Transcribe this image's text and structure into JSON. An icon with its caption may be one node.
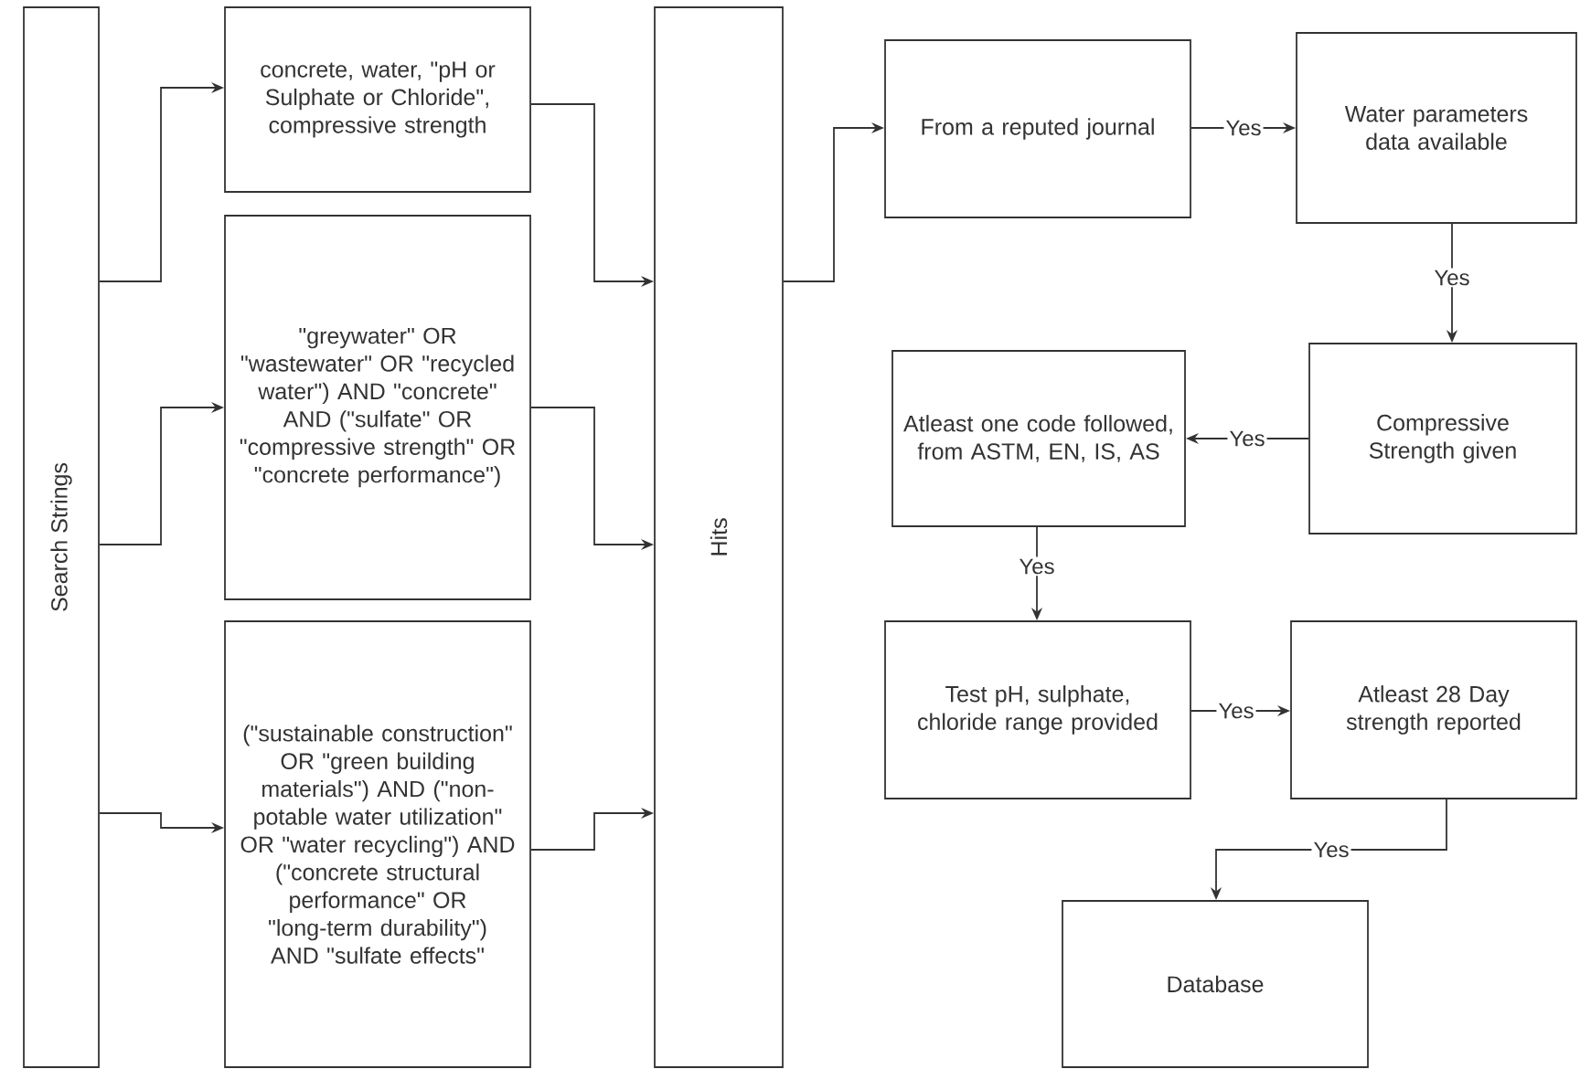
{
  "diagram": {
    "nodes": [
      {
        "text": [
          "Search Strings"
        ]
      },
      {
        "text": [
          "concrete, water, \"pH or Sulphate or Chloride\", compressive strength"
        ]
      },
      {
        "text": [
          "\"greywater\" OR \"wastewater\" OR \"recycled water\") AND \"concrete\" AND (\"sulfate\" OR \"compressive strength\" OR \"concrete performance\")"
        ]
      },
      {
        "text": [
          "(\"sustainable construction\" OR \"green building materials\") AND (\"non-potable water utilization\" OR \"water recycling\") AND (\"concrete structural performance\" OR \"long-term durability\") AND \"sulfate effects\""
        ]
      },
      {
        "text": [
          "Hits"
        ]
      },
      {
        "text": [
          "From a reputed journal"
        ]
      },
      {
        "text": [
          "Water parameters data available"
        ]
      },
      {
        "text": [
          "Compressive Strength given"
        ]
      },
      {
        "text": [
          "Atleast one code followed, from ASTM, EN, IS, AS"
        ]
      },
      {
        "text": [
          "Test pH, sulphate, chloride range provided"
        ]
      },
      {
        "text": [
          "Atleast 28 Day strength reported"
        ]
      },
      {
        "text": [
          "Database"
        ]
      }
    ],
    "edges": [
      {
        "from": 0,
        "to": 1,
        "arrow": "to"
      },
      {
        "from": 0,
        "to": 2,
        "arrow": "to"
      },
      {
        "from": 0,
        "to": 3,
        "arrow": "to"
      },
      {
        "from": 1,
        "to": 4,
        "arrow": "to"
      },
      {
        "from": 2,
        "to": 4,
        "arrow": "to"
      },
      {
        "from": 3,
        "to": 4,
        "arrow": "to"
      },
      {
        "from": 4,
        "to": 5,
        "arrow": "to"
      },
      {
        "from": 5,
        "to": 6,
        "arrow": "to",
        "label": "Yes"
      },
      {
        "from": 6,
        "to": 7,
        "arrow": "to",
        "label": "Yes"
      },
      {
        "from": 7,
        "to": 8,
        "arrow": "to",
        "label": "Yes"
      },
      {
        "from": 8,
        "to": 9,
        "arrow": "to",
        "label": "Yes"
      },
      {
        "from": 9,
        "to": 10,
        "arrow": "to",
        "label": "Yes"
      },
      {
        "from": 10,
        "to": 11,
        "arrow": "to",
        "label": "Yes"
      }
    ]
  }
}
